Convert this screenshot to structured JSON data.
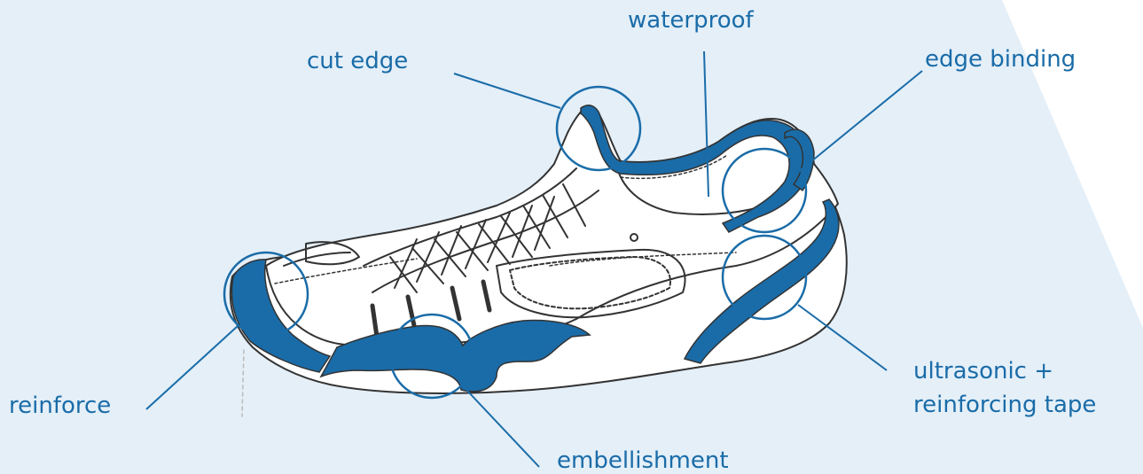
{
  "labels": {
    "waterproof": "waterproof",
    "cut_edge": "cut edge",
    "edge_binding": "edge binding",
    "reinforce": "reinforce",
    "ultrasonic_line1": "ultrasonic +",
    "ultrasonic_line2": "reinforcing tape",
    "embellishment": "embellishment"
  },
  "colors": {
    "background_panel": "#e4eff8",
    "accent_blue": "#1a6ca8",
    "outline": "#333333",
    "shoe_fill": "#ffffff"
  }
}
